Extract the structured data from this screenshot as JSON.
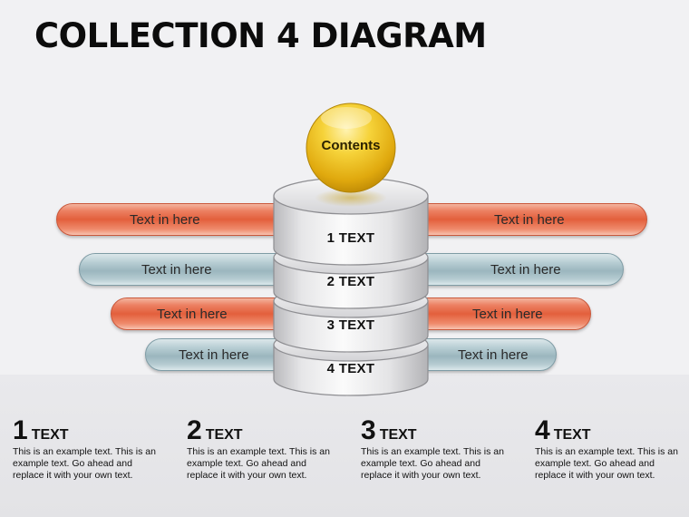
{
  "title": "COLLECTION 4 DIAGRAM",
  "ball": {
    "label": "Contents",
    "color": "#f0c419"
  },
  "colors": {
    "orange": "#e35f3c",
    "blue": "#9bb6be"
  },
  "rows": [
    {
      "left": "Text in here",
      "right": "Text in here",
      "segment": "1 TEXT",
      "color": "orange"
    },
    {
      "left": "Text in here",
      "right": "Text in here",
      "segment": "2 TEXT",
      "color": "blue"
    },
    {
      "left": "Text in here",
      "right": "Text in here",
      "segment": "3 TEXT",
      "color": "orange"
    },
    {
      "left": "Text in here",
      "right": "Text in here",
      "segment": "4 TEXT",
      "color": "blue"
    }
  ],
  "columns": [
    {
      "num": "1",
      "word": "TEXT",
      "body": "This is an example text. This is an example text. Go ahead and replace it with your own text."
    },
    {
      "num": "2",
      "word": "TEXT",
      "body": "This is an example text. This is an example text. Go ahead and replace it with your own text."
    },
    {
      "num": "3",
      "word": "TEXT",
      "body": "This is an example text. This is an example text. Go ahead and replace it with your own text."
    },
    {
      "num": "4",
      "word": "TEXT",
      "body": "This is an example text. This is an example text. Go ahead and replace it with your own text."
    }
  ]
}
